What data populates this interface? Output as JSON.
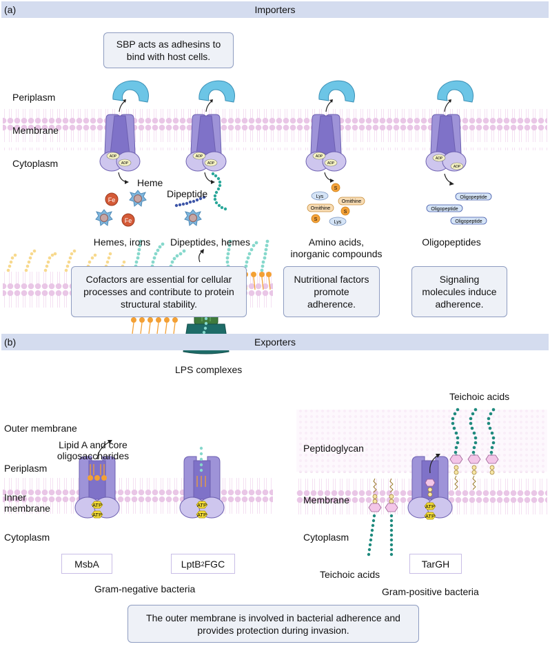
{
  "panel_a": {
    "label": "(a)",
    "title": "Importers",
    "top_note": "SBP acts as adhesins to bind with host cells.",
    "regions": {
      "periplasm": "Periplasm",
      "membrane": "Membrane",
      "cytoplasm": "Cytoplasm"
    },
    "adp": "ADP",
    "heme_label": "Heme",
    "fe": "Fe",
    "dipeptide_label": "Dipeptide",
    "lys": "Lys",
    "ornithine": "Ornithine",
    "s": "S",
    "oligopeptide": "Oligopeptide",
    "captions": {
      "hemes": "Hemes, irons",
      "dipeptides": "Dipeptides, hemes",
      "amino_1": "Amino acids,",
      "amino_2": "inorganic compounds",
      "oligo": "Oligopeptides"
    },
    "notes": {
      "cofactors": "Cofactors are essential for cellular processes and contribute to protein structural stability.",
      "nutritional": "Nutritional factors promote adherence.",
      "signaling": "Signaling molecules induce adherence."
    }
  },
  "panel_b": {
    "label": "(b)",
    "title": "Exporters",
    "lps_complexes": "LPS complexes",
    "teichoic_top": "Teichoic acids",
    "teichoic_bottom": "Teichoic acids",
    "lipid_a_1": "Lipid A and core",
    "lipid_a_2": "oligosaccharides",
    "regions_left": {
      "outer": "Outer membrane",
      "periplasm": "Periplasm",
      "inner_1": "Inner",
      "inner_2": "membrane",
      "cytoplasm": "Cytoplasm"
    },
    "regions_right": {
      "peptidoglycan": "Peptidoglycan",
      "membrane": "Membrane",
      "cytoplasm": "Cytoplasm"
    },
    "atp": "ATP",
    "msba": "MsbA",
    "lpt_prefix": "LptB",
    "lpt_sub": "2",
    "lpt_suffix": "FGC",
    "targh": "TarGH",
    "gram_negative": "Gram-negative bacteria",
    "gram_positive": "Gram-positive bacteria",
    "bottom_note": "The outer membrane is involved in bacterial adherence and provides protection during invasion."
  }
}
